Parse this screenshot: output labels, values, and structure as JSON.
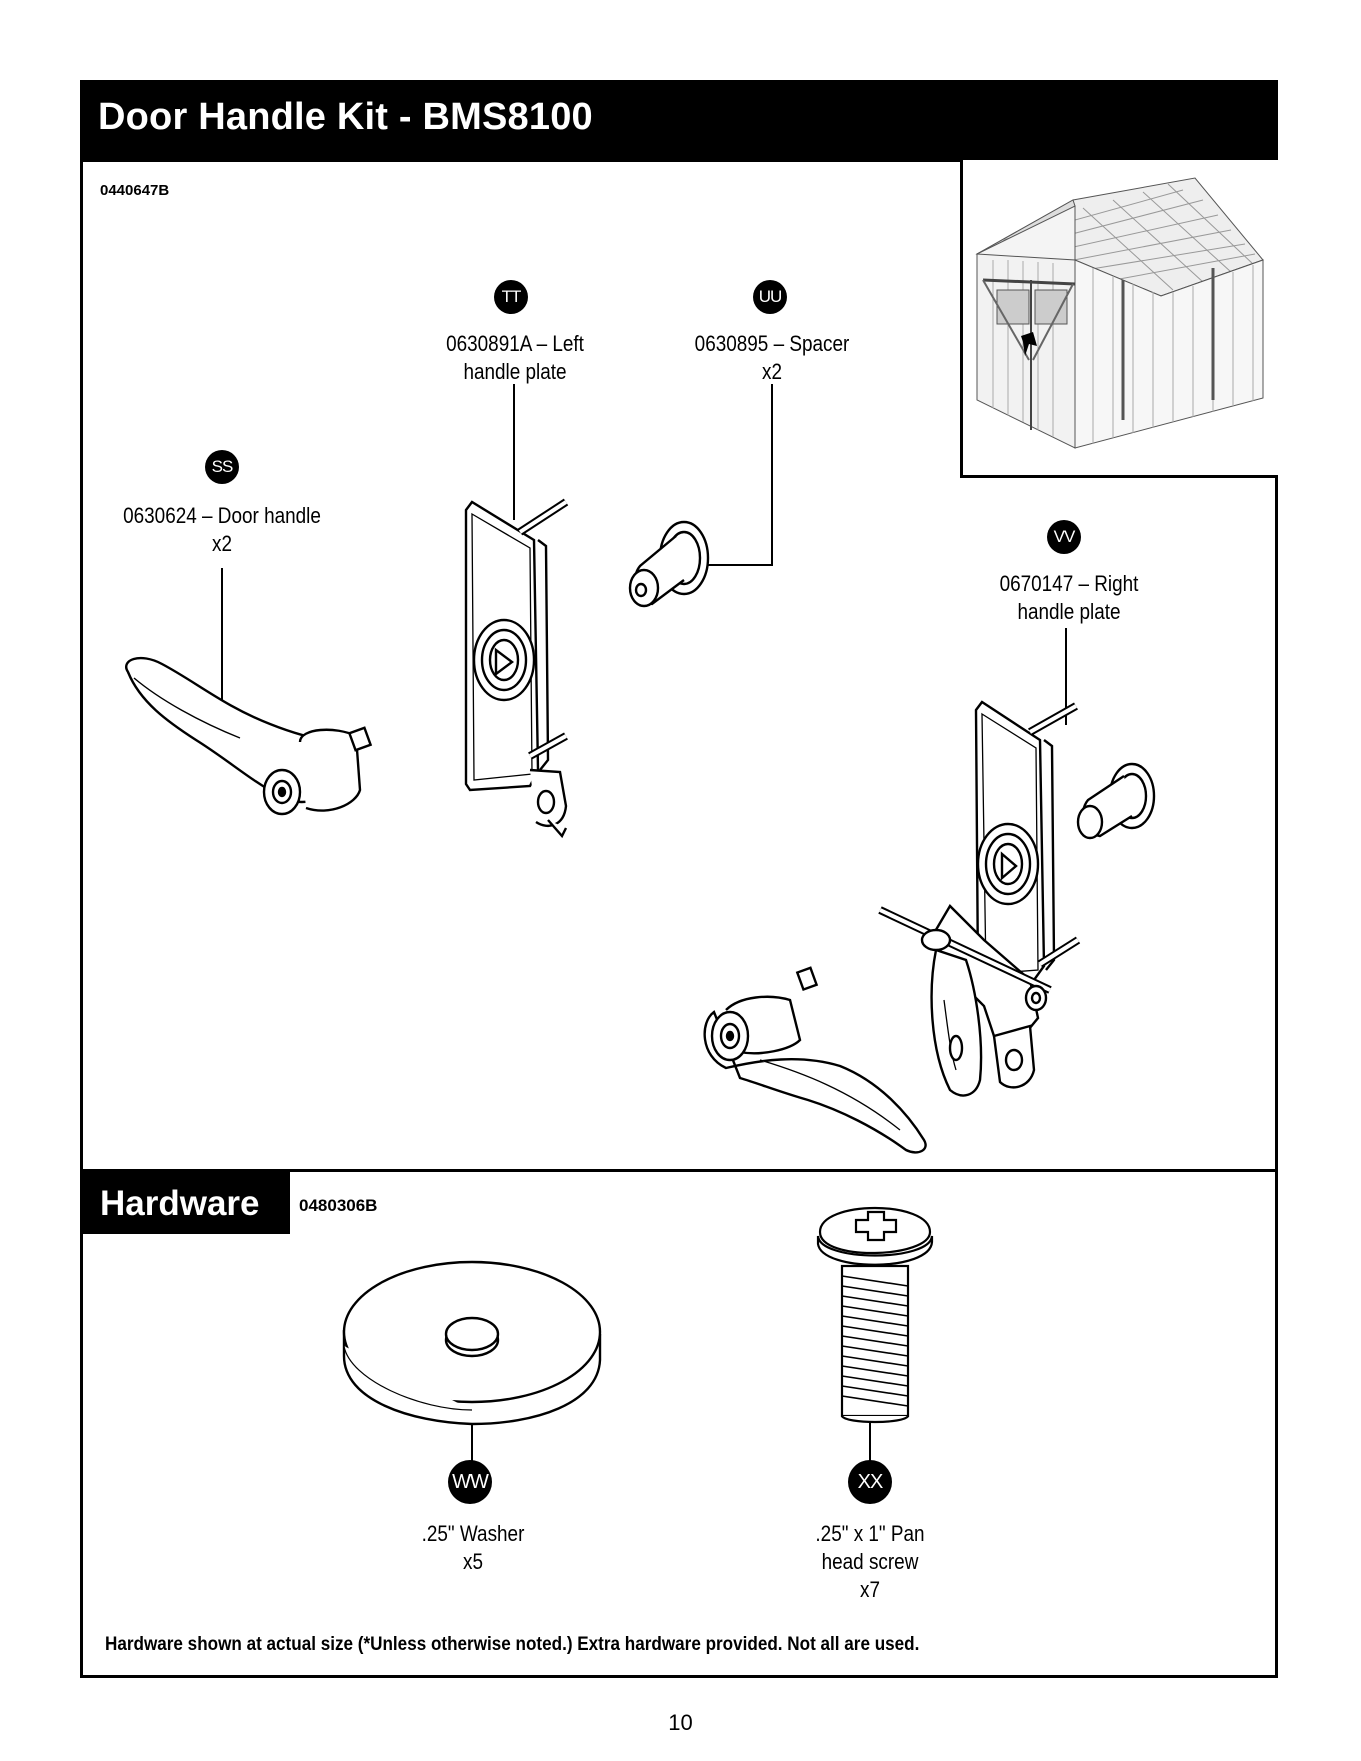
{
  "page": {
    "title": "Door Handle Kit - BMS8100",
    "kit_code": "0440647B",
    "page_number": "10"
  },
  "parts": {
    "ss": {
      "letter": "SS",
      "line1": "0630624 – Door handle",
      "line2": "x2"
    },
    "tt": {
      "letter": "TT",
      "line1": "0630891A – Left",
      "line2": "handle plate"
    },
    "uu": {
      "letter": "UU",
      "line1": "0630895 – Spacer",
      "line2": "x2"
    },
    "vv": {
      "letter": "VV",
      "line1": "0670147 – Right",
      "line2": "handle plate"
    }
  },
  "hardware": {
    "heading": "Hardware",
    "code": "0480306B",
    "ww": {
      "letter": "WW",
      "line1": ".25\" Washer",
      "line2": "x5"
    },
    "xx": {
      "letter": "XX",
      "line1": ".25\" x 1\" Pan",
      "line2": "head screw",
      "line3": "x7"
    },
    "footnote": "Hardware shown at actual size (*Unless otherwise noted.) Extra hardware provided. Not all are used."
  }
}
